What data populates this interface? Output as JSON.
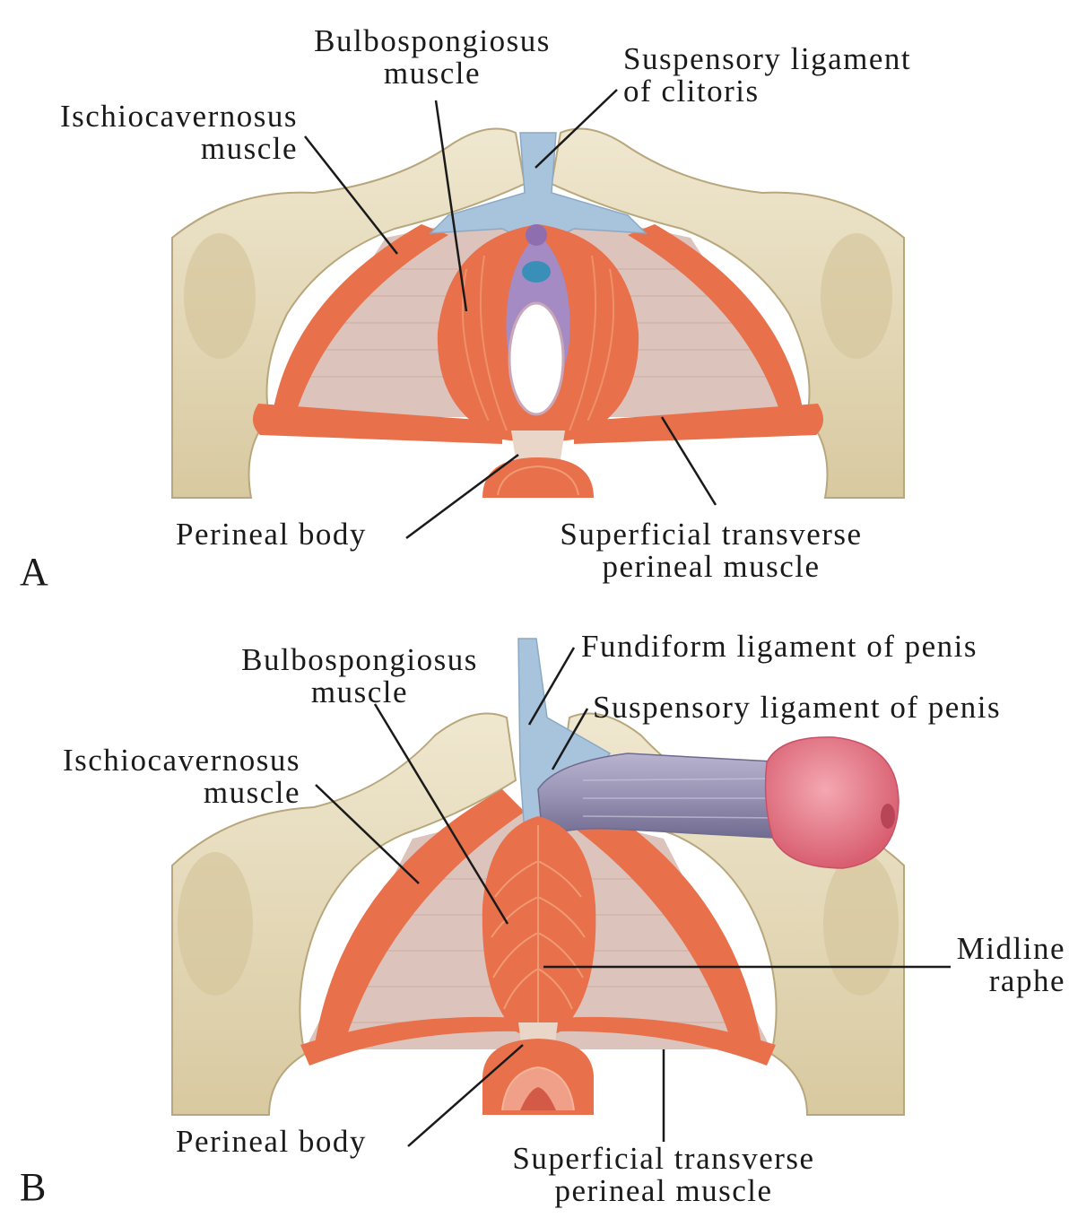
{
  "panels": {
    "a": {
      "letter": "A",
      "bulbospongiosus": [
        "Bulbospongiosus",
        "muscle"
      ],
      "ischiocavernosus": [
        "Ischiocavernosus",
        "muscle"
      ],
      "suspensory": [
        "Suspensory ligament",
        "of clitoris"
      ],
      "perineal_body": "Perineal body",
      "superficial_transverse": [
        "Superficial transverse",
        "perineal muscle"
      ]
    },
    "b": {
      "letter": "B",
      "bulbospongiosus": [
        "Bulbospongiosus",
        "muscle"
      ],
      "ischiocavernosus": [
        "Ischiocavernosus",
        "muscle"
      ],
      "fundiform": "Fundiform ligament of penis",
      "suspensory": "Suspensory ligament of penis",
      "midline_raphe": [
        "Midline",
        "raphe"
      ],
      "perineal_body": "Perineal body",
      "superficial_transverse": [
        "Superficial transverse",
        "perineal muscle"
      ]
    }
  },
  "colors": {
    "bone": "#e6dcc0",
    "bone_shadow": "#c9b98e",
    "muscle": "#e8704a",
    "muscle_light": "#f09a74",
    "membrane": "#dcc3bb",
    "ligament": "#a8c4dc",
    "vestibule": "#a58bc4",
    "penis_shaft": "#9c97b8",
    "glans": "#e87e8c",
    "leader": "#1a1a1a"
  }
}
